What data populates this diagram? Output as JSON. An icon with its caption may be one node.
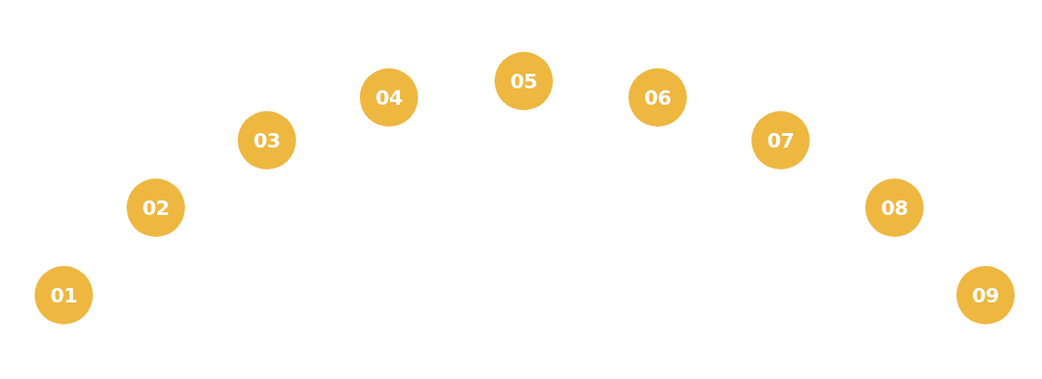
{
  "diagram": {
    "nodes": [
      {
        "text": [
          "01"
        ]
      },
      {
        "text": [
          "02"
        ]
      },
      {
        "text": [
          "03"
        ]
      },
      {
        "text": [
          "04"
        ]
      },
      {
        "text": [
          "05"
        ]
      },
      {
        "text": [
          "06"
        ]
      },
      {
        "text": [
          "07"
        ]
      },
      {
        "text": [
          "08"
        ]
      },
      {
        "text": [
          "09"
        ]
      }
    ]
  }
}
